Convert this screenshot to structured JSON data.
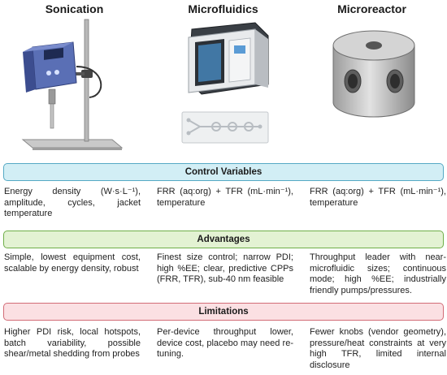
{
  "columns": [
    {
      "title": "Sonication",
      "icon": "sonicator-icon"
    },
    {
      "title": "Microfluidics",
      "icon": "microfluidic-instrument-icon"
    },
    {
      "title": "Microreactor",
      "icon": "microreactor-block-icon"
    }
  ],
  "sections": {
    "control": {
      "label": "Control Variables",
      "cells": [
        "Energy density (W·s·L⁻¹), amplitude, cycles, jacket temperature",
        "FRR (aq:org) + TFR (mL·min⁻¹), temperature",
        "FRR (aq:org) + TFR (mL·min⁻¹), temperature"
      ]
    },
    "advantages": {
      "label": "Advantages",
      "cells": [
        "Simple, lowest equipment cost, scalable by energy density, robust",
        "Finest size control; narrow PDI; high %EE; clear, predictive CPPs (FRR, TFR), sub-40 nm feasible",
        "Throughput leader with near-microfluidic sizes; continuous mode; high %EE; industrially friendly pumps/pressures."
      ]
    },
    "limitations": {
      "label": "Limitations",
      "cells": [
        "Higher PDI risk, local hotspots, batch variability, possible shear/metal shedding from probes",
        "Per-device throughput lower, device cost, placebo may need re-tuning.",
        "Fewer knobs (vendor geometry), pressure/heat constraints at very high TFR, limited internal disclosure"
      ]
    }
  },
  "colors": {
    "control_fill": "#d2eef5",
    "control_border": "#55a9c4",
    "advantages_fill": "#e3f2d3",
    "advantages_border": "#6fae48",
    "limitations_fill": "#fbe0e3",
    "limitations_border": "#d26c77"
  }
}
